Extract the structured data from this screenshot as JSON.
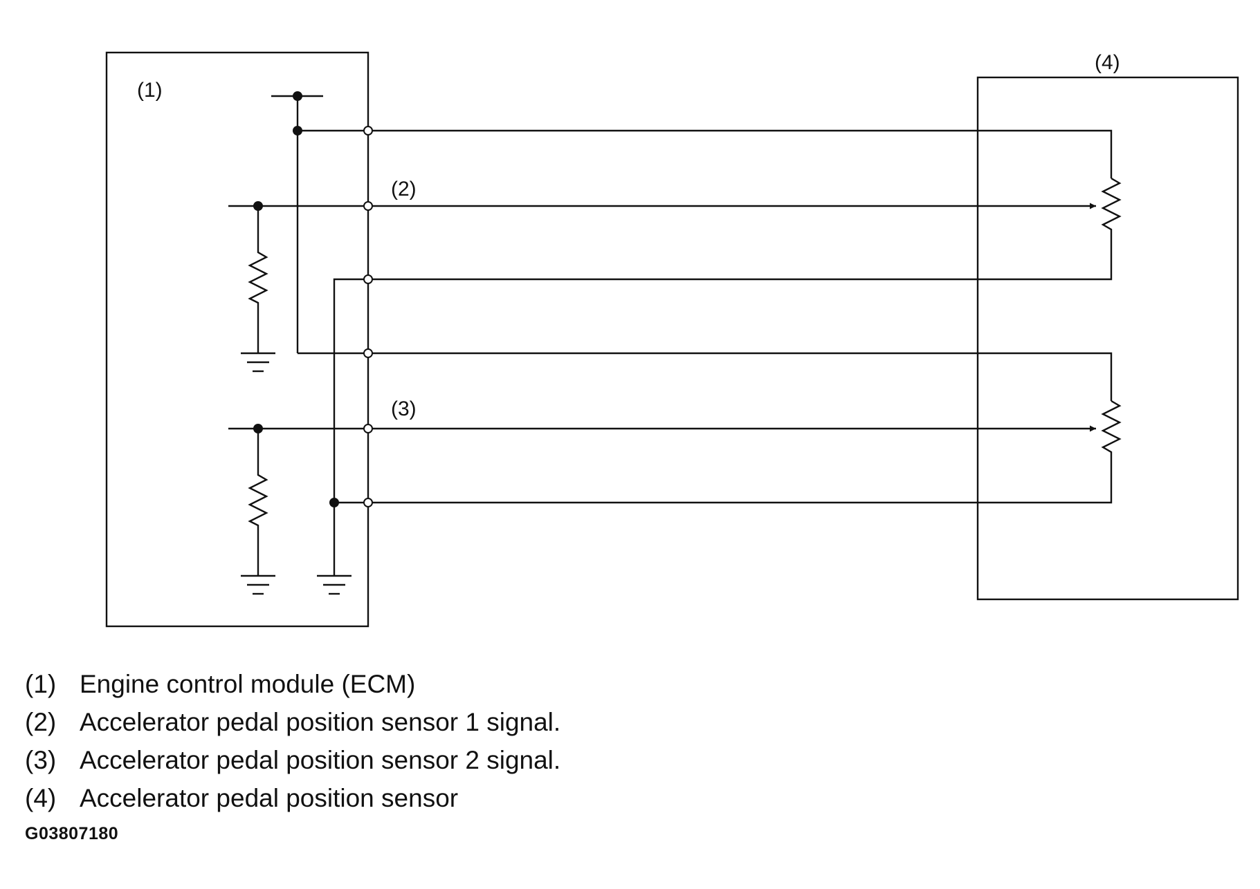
{
  "diagram": {
    "callouts": {
      "ecm": "(1)",
      "sensor1_signal": "(2)",
      "sensor2_signal": "(3)",
      "pedal_sensor": "(4)"
    },
    "legend": [
      {
        "num": "(1)",
        "text": "Engine control module (ECM)"
      },
      {
        "num": "(2)",
        "text": "Accelerator pedal position sensor 1 signal."
      },
      {
        "num": "(3)",
        "text": "Accelerator pedal position sensor 2 signal."
      },
      {
        "num": "(4)",
        "text": "Accelerator pedal position sensor"
      }
    ],
    "figure_code": "G03807180"
  }
}
